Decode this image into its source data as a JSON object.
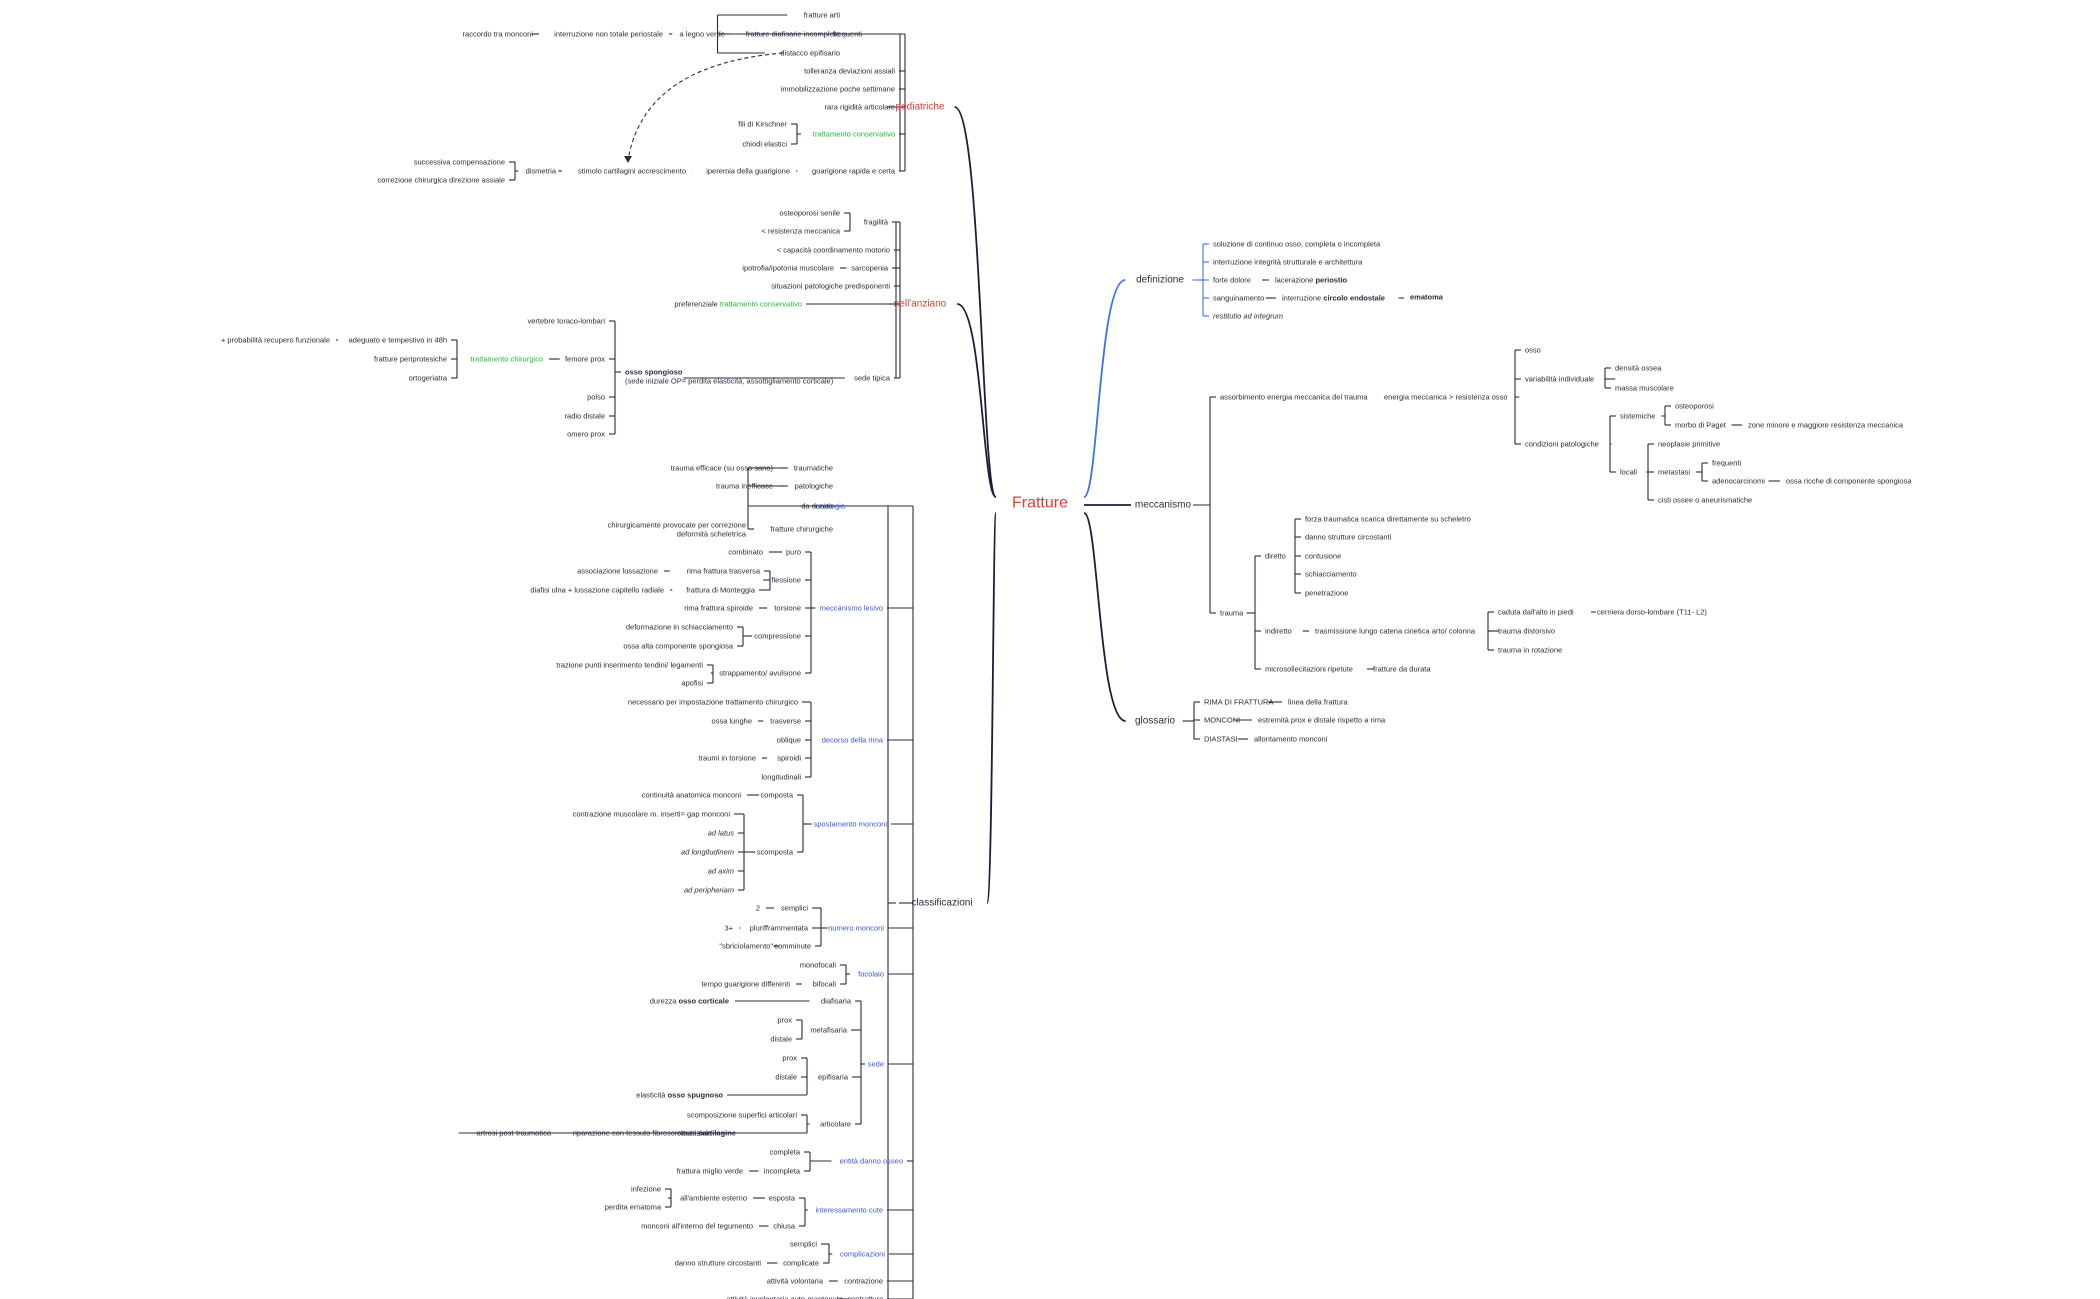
{
  "colors": {
    "accent": "#e53935",
    "branch_dark": "#1d1d3a",
    "branch_blue": "#3b6ff5",
    "green": "#22bb33",
    "blue_text": "#3a55d8"
  },
  "nodes": [
    {
      "id": "root",
      "text": "Fratture",
      "style": "center"
    },
    {
      "id": "ped",
      "text": "pediatriche",
      "style": "hd red",
      "parent": "root"
    },
    {
      "id": "ped_freq",
      "text": "frequenti",
      "parent": "ped"
    },
    {
      "id": "f_arti",
      "text": "fratture arti",
      "parent": "ped_freq"
    },
    {
      "id": "f_diafi",
      "text": "fratture diafisarie incomplete",
      "parent": "ped_freq"
    },
    {
      "id": "legno",
      "text": "a legno verde",
      "parent": "f_diafi"
    },
    {
      "id": "interr",
      "text": "interruzione non totale periostale",
      "parent": "legno"
    },
    {
      "id": "raccordo",
      "text": "raccordo tra monconi",
      "parent": "interr"
    },
    {
      "id": "distacco",
      "text": "distacco epifisario",
      "parent": "ped_freq"
    },
    {
      "id": "toll",
      "text": "tolleranza deviazioni assiali",
      "parent": "ped"
    },
    {
      "id": "immob",
      "text": "immobilizzazione poche settimane",
      "parent": "ped"
    },
    {
      "id": "rara",
      "text": "rara rigidità articolare",
      "parent": "ped"
    },
    {
      "id": "tratt_cons",
      "text": "trattamento conservativo",
      "style": "green",
      "parent": "ped"
    },
    {
      "id": "kirsch",
      "text": "fili di Kirschner",
      "parent": "tratt_cons"
    },
    {
      "id": "chiodi",
      "text": "chiodi elastici",
      "parent": "tratt_cons"
    },
    {
      "id": "guarig",
      "text": "guarigione rapida e certa",
      "parent": "ped"
    },
    {
      "id": "iperemia",
      "text": "iperemia della guarigione",
      "parent": "guarig"
    },
    {
      "id": "stimolo",
      "text": "stimolo cartilagini accrescimento",
      "parent": "iperemia"
    },
    {
      "id": "dismetria",
      "text": "dismetria",
      "parent": "stimolo"
    },
    {
      "id": "succ",
      "text": "successiva compensazione",
      "parent": "dismetria"
    },
    {
      "id": "corr",
      "text": "correzione chirurgica direzione assiale",
      "parent": "dismetria"
    },
    {
      "id": "anz",
      "text": "nell'anziano",
      "style": "hd red",
      "parent": "root"
    },
    {
      "id": "fragil",
      "text": "fragilità",
      "parent": "anz"
    },
    {
      "id": "osteo_sen",
      "text": "osteoporosi senile",
      "parent": "fragil"
    },
    {
      "id": "res_mecc",
      "text": "< resistenza meccanica",
      "parent": "fragil"
    },
    {
      "id": "coord",
      "text": "< capacità coordinamento motorio",
      "parent": "anz"
    },
    {
      "id": "sarco",
      "text": "sarcopenia",
      "parent": "anz"
    },
    {
      "id": "ipotrofia",
      "text": "ipotrofia/ipotonia muscolare",
      "parent": "sarco"
    },
    {
      "id": "situaz",
      "text": "situazioni patologiche predisponenti",
      "parent": "anz"
    },
    {
      "id": "pref",
      "text": "preferenziale",
      "parent": "anz"
    },
    {
      "id": "pref_g",
      "text": "trattamento conservativo",
      "style": "green"
    },
    {
      "id": "sede_tip",
      "text": "sede tipica",
      "parent": "anz"
    },
    {
      "id": "osso_spong",
      "text": "osso spongioso",
      "style": "bold",
      "parent": "sede_tip"
    },
    {
      "id": "osso_spong2",
      "text": "(sede iniziale OP= perdita elasticità, assottigliamento corticale)"
    },
    {
      "id": "vertebre",
      "text": "vertebre toraco-lombari",
      "parent": "osso_spong"
    },
    {
      "id": "femore",
      "text": "femore prox",
      "parent": "osso_spong"
    },
    {
      "id": "tratt_chir",
      "text": "trattamento chirurgico",
      "style": "green",
      "parent": "femore"
    },
    {
      "id": "adeguato",
      "text": "adeguato e tempestivo in 48h",
      "parent": "tratt_chir"
    },
    {
      "id": "probab",
      "text": "+ probabilità recupero funzionale",
      "parent": "adeguato"
    },
    {
      "id": "periprot",
      "text": "fratture periprotesiche",
      "parent": "tratt_chir"
    },
    {
      "id": "ortog",
      "text": "ortogeriatra",
      "parent": "tratt_chir"
    },
    {
      "id": "polso",
      "text": "polso",
      "parent": "osso_spong"
    },
    {
      "id": "radio",
      "text": "radio distale",
      "parent": "osso_spong"
    },
    {
      "id": "omero",
      "text": "omero prox",
      "parent": "osso_spong"
    },
    {
      "id": "def",
      "text": "definizione",
      "style": "hd",
      "parent": "root"
    },
    {
      "id": "def1",
      "text": "soluzione di continuo osso, completa o incompleta",
      "parent": "def"
    },
    {
      "id": "def2",
      "text": "interruzione integrità strutturale e architettura",
      "parent": "def"
    },
    {
      "id": "def3",
      "text": "forte dolore",
      "parent": "def"
    },
    {
      "id": "lacer",
      "text": "lacerazione",
      "parent": "def3"
    },
    {
      "id": "lacer_b",
      "text": "periostio",
      "style": "bold"
    },
    {
      "id": "def4",
      "text": "sanguinamento",
      "parent": "def"
    },
    {
      "id": "interruz",
      "text": "interruzione",
      "parent": "def4"
    },
    {
      "id": "interruz_b",
      "text": "circolo endostale",
      "style": "bold"
    },
    {
      "id": "ematoma",
      "text": "ematoma",
      "style": "bold",
      "parent": "interruz"
    },
    {
      "id": "def5",
      "text": "restitutio ad integrum",
      "style": "italic",
      "parent": "def"
    },
    {
      "id": "mecc",
      "text": "meccanismo",
      "style": "hd",
      "parent": "root"
    },
    {
      "id": "assorb",
      "text": "assorbimento energia meccanica del trauma",
      "parent": "mecc"
    },
    {
      "id": "energia",
      "text": "energia meccanica > resistenza osso",
      "parent": "assorb"
    },
    {
      "id": "osso",
      "text": "osso",
      "parent": "energia"
    },
    {
      "id": "variab",
      "text": "variabilità individuale",
      "parent": "energia"
    },
    {
      "id": "densita",
      "text": "densità ossea",
      "parent": "variab"
    },
    {
      "id": "massa",
      "text": "massa muscolare",
      "parent": "variab"
    },
    {
      "id": "cond",
      "text": "condizioni patologiche",
      "parent": "energia"
    },
    {
      "id": "sistem",
      "text": "sistemiche",
      "parent": "cond"
    },
    {
      "id": "osteop",
      "text": "osteoporosi",
      "parent": "sistem"
    },
    {
      "id": "paget",
      "text": "morbo di Paget",
      "parent": "sistem"
    },
    {
      "id": "zone",
      "text": "zone minore e maggiore resistenza meccanica",
      "parent": "paget"
    },
    {
      "id": "locali",
      "text": "locali",
      "parent": "cond"
    },
    {
      "id": "neopl",
      "text": "neoplasie primitive",
      "parent": "locali"
    },
    {
      "id": "metast",
      "text": "metastasi",
      "parent": "locali"
    },
    {
      "id": "freq2",
      "text": "frequenti",
      "parent": "metast"
    },
    {
      "id": "adeno",
      "text": "adenocarcinomi",
      "parent": "metast"
    },
    {
      "id": "ossa_ricche",
      "text": "ossa ricche di componente spongiosa",
      "parent": "adeno"
    },
    {
      "id": "cisti",
      "text": "cisti ossee o aneurismatiche",
      "parent": "locali"
    },
    {
      "id": "trauma",
      "text": "trauma",
      "parent": "mecc"
    },
    {
      "id": "diretto",
      "text": "diretto",
      "parent": "trauma"
    },
    {
      "id": "dir1",
      "text": "forza traumatica scarica direttamente su scheletro",
      "parent": "diretto"
    },
    {
      "id": "dir2",
      "text": "danno strutture circostanti",
      "parent": "diretto"
    },
    {
      "id": "dir3",
      "text": "contusione",
      "parent": "diretto"
    },
    {
      "id": "dir4",
      "text": "schiacciamento",
      "parent": "diretto"
    },
    {
      "id": "dir5",
      "text": "penetrazione",
      "parent": "diretto"
    },
    {
      "id": "indir",
      "text": "indiretto",
      "parent": "trauma"
    },
    {
      "id": "trasm",
      "text": "trasmissione lungo catena cinetica arto/ colonna",
      "parent": "indir"
    },
    {
      "id": "caduta",
      "text": "caduta dall'alto in piedi",
      "parent": "trasm"
    },
    {
      "id": "cern",
      "text": "cerniera dorso-lombare (T11- L2)",
      "parent": "caduta"
    },
    {
      "id": "distors",
      "text": "trauma distorsivo",
      "parent": "trasm"
    },
    {
      "id": "rotaz",
      "text": "trauma in rotazione",
      "parent": "trasm"
    },
    {
      "id": "micro",
      "text": "microsollecitazioni ripetute",
      "parent": "trauma"
    },
    {
      "id": "fdurata",
      "text": "fratture da durata",
      "parent": "micro"
    },
    {
      "id": "gloss",
      "text": "glossario",
      "style": "hd",
      "parent": "root"
    },
    {
      "id": "rima",
      "text": "RIMA DI FRATTURA",
      "parent": "gloss"
    },
    {
      "id": "linea",
      "text": "linea della frattura",
      "parent": "rima"
    },
    {
      "id": "monc",
      "text": "MONCONI",
      "parent": "gloss"
    },
    {
      "id": "estrem",
      "text": "estremità prox e distale rispetto a rima",
      "parent": "monc"
    },
    {
      "id": "diast",
      "text": "DIASTASI",
      "parent": "gloss"
    },
    {
      "id": "allont",
      "text": "allontamento monconi",
      "parent": "diast"
    },
    {
      "id": "class",
      "text": "classificazioni",
      "style": "hd",
      "parent": "root"
    },
    {
      "id": "eziol",
      "text": "eziologia",
      "style": "blue",
      "parent": "class"
    },
    {
      "id": "traum",
      "text": "traumatiche",
      "parent": "eziol"
    },
    {
      "id": "tr_eff",
      "text": "trauma efficace (su osso sano)",
      "parent": "traum"
    },
    {
      "id": "patol",
      "text": "patologiche",
      "parent": "eziol"
    },
    {
      "id": "tr_ineff",
      "text": "trauma inefficace",
      "parent": "patol"
    },
    {
      "id": "durata",
      "text": "da durata",
      "parent": "eziol"
    },
    {
      "id": "f_chir",
      "text": "fratture chirurgiche",
      "parent": "eziol"
    },
    {
      "id": "chir_prov",
      "text": "chirurgicamente provocate per correzione",
      "parent": "f_chir"
    },
    {
      "id": "chir_prov2",
      "text": "deformità scheletrica"
    },
    {
      "id": "meclesivo",
      "text": "meccanismo lesivo",
      "style": "blue",
      "parent": "class"
    },
    {
      "id": "puro",
      "text": "puro",
      "parent": "meclesivo"
    },
    {
      "id": "combinato",
      "text": "combinato",
      "parent": "puro"
    },
    {
      "id": "flessione",
      "text": "flessione",
      "parent": "meclesivo"
    },
    {
      "id": "rima_trasv",
      "text": "rima frattura trasversa",
      "parent": "flessione"
    },
    {
      "id": "assoc",
      "text": "associazione lussazione",
      "parent": "rima_trasv"
    },
    {
      "id": "montegg",
      "text": "frattura di Monteggia",
      "parent": "flessione"
    },
    {
      "id": "diafisi_ulna",
      "text": "diafisi ulna + lussazione capitello radiale",
      "parent": "montegg"
    },
    {
      "id": "torsione",
      "text": "torsione",
      "parent": "meclesivo"
    },
    {
      "id": "rima_spir",
      "text": "rima frattura spiroide",
      "parent": "torsione"
    },
    {
      "id": "compress",
      "text": "compressione",
      "parent": "meclesivo"
    },
    {
      "id": "deform",
      "text": "deformazione in schiacciamento",
      "parent": "compress"
    },
    {
      "id": "ossa_alta",
      "text": "ossa alta componente spongiosa",
      "parent": "compress"
    },
    {
      "id": "strapp",
      "text": "strappamento/ avulsione",
      "parent": "meclesivo"
    },
    {
      "id": "trazione",
      "text": "trazione punti inserimento tendini/ legamenti",
      "parent": "strapp"
    },
    {
      "id": "apofisi",
      "text": "apofisi",
      "parent": "strapp"
    },
    {
      "id": "decorso",
      "text": "decorso della rima",
      "style": "blue",
      "parent": "class"
    },
    {
      "id": "necess",
      "text": "necessario per impostazione trattamento chirurgico",
      "parent": "decorso"
    },
    {
      "id": "trasverse",
      "text": "trasverse",
      "parent": "decorso"
    },
    {
      "id": "ossa_lunghe",
      "text": "ossa lunghe",
      "parent": "trasverse"
    },
    {
      "id": "oblique",
      "text": "oblique",
      "parent": "decorso"
    },
    {
      "id": "spiroidi",
      "text": "spiroidi",
      "parent": "decorso"
    },
    {
      "id": "traumi_tors",
      "text": "traumi in torsione",
      "parent": "spiroidi"
    },
    {
      "id": "longit",
      "text": "longitudinali",
      "parent": "decorso"
    },
    {
      "id": "spost",
      "text": "spostamento monconi",
      "style": "blue",
      "parent": "class"
    },
    {
      "id": "composta",
      "text": "composta",
      "parent": "spost"
    },
    {
      "id": "continuita",
      "text": "continuità anatomica monconi",
      "parent": "composta"
    },
    {
      "id": "scomposta",
      "text": "scomposta",
      "parent": "spost"
    },
    {
      "id": "contraz_m",
      "text": "contrazione muscolare m. inserti= gap monconi",
      "parent": "scomposta"
    },
    {
      "id": "ad_latus",
      "text": "ad latus",
      "style": "italic",
      "parent": "scomposta"
    },
    {
      "id": "ad_long",
      "text": "ad longitudinem",
      "style": "italic",
      "parent": "scomposta"
    },
    {
      "id": "ad_axim",
      "text": "ad axim",
      "style": "italic",
      "parent": "scomposta"
    },
    {
      "id": "ad_peri",
      "text": "ad peripheriam",
      "style": "italic",
      "parent": "scomposta"
    },
    {
      "id": "numero",
      "text": "numero monconi",
      "style": "blue",
      "parent": "class"
    },
    {
      "id": "semplici",
      "text": "semplici",
      "parent": "numero"
    },
    {
      "id": "n2",
      "text": "2",
      "parent": "semplici"
    },
    {
      "id": "plurifr",
      "text": "plurifframmentata",
      "parent": "numero"
    },
    {
      "id": "n3",
      "text": "3+",
      "parent": "plurifr"
    },
    {
      "id": "comminute",
      "text": "comminute",
      "parent": "numero"
    },
    {
      "id": "sbric",
      "text": "\"sbriciolamento\"",
      "parent": "comminute"
    },
    {
      "id": "focolaio",
      "text": "focolaio",
      "style": "blue",
      "parent": "class"
    },
    {
      "id": "monofoc",
      "text": "monofocali",
      "parent": "focolaio"
    },
    {
      "id": "bifocali",
      "text": "bifocali",
      "parent": "focolaio"
    },
    {
      "id": "tempo",
      "text": "tempo guarigione differenti",
      "parent": "bifocali"
    },
    {
      "id": "sede",
      "text": "sede",
      "style": "blue",
      "parent": "class"
    },
    {
      "id": "diafisaria",
      "text": "diafisaria",
      "parent": "sede"
    },
    {
      "id": "durezza",
      "text": "durezza",
      "parent": "diafisaria"
    },
    {
      "id": "durezza_b",
      "text": "osso corticale",
      "style": "bold"
    },
    {
      "id": "metafis",
      "text": "metafisaria",
      "parent": "sede"
    },
    {
      "id": "m_prox",
      "text": "prox",
      "parent": "metafis"
    },
    {
      "id": "m_dist",
      "text": "distale",
      "parent": "metafis"
    },
    {
      "id": "epifis",
      "text": "epifisaria",
      "parent": "sede"
    },
    {
      "id": "e_prox",
      "text": "prox",
      "parent": "epifis"
    },
    {
      "id": "e_dist",
      "text": "distale",
      "parent": "epifis"
    },
    {
      "id": "elast",
      "text": "elasticità",
      "parent": "epifis"
    },
    {
      "id": "elast_b",
      "text": "osso spugnoso",
      "style": "bold"
    },
    {
      "id": "articolare",
      "text": "articolare",
      "parent": "sede"
    },
    {
      "id": "scompos",
      "text": "scomposizione superfici articolari",
      "parent": "articolare"
    },
    {
      "id": "rottura",
      "text": "rottura",
      "parent": "articolare"
    },
    {
      "id": "rottura_b",
      "text": "cartilagine",
      "style": "bold"
    },
    {
      "id": "ripar",
      "text": "riparazione con tessuto fibroso cicatriziale",
      "parent": "rottura"
    },
    {
      "id": "artrosi",
      "text": "artrosi post-traumatica",
      "parent": "ripar"
    },
    {
      "id": "entita",
      "text": "entità danno osseo",
      "style": "blue",
      "parent": "class"
    },
    {
      "id": "completa",
      "text": "completa",
      "parent": "entita"
    },
    {
      "id": "incompleta",
      "text": "incompleta",
      "parent": "entita"
    },
    {
      "id": "fmv",
      "text": "frattura miglio verde",
      "parent": "incompleta"
    },
    {
      "id": "cute",
      "text": "interessamento cute",
      "style": "blue",
      "parent": "class"
    },
    {
      "id": "esposta",
      "text": "esposta",
      "parent": "cute"
    },
    {
      "id": "amb_est",
      "text": "all'ambiente esterno",
      "parent": "esposta"
    },
    {
      "id": "infez",
      "text": "infezione",
      "parent": "amb_est"
    },
    {
      "id": "perd_em",
      "text": "perdita ematoma",
      "parent": "amb_est"
    },
    {
      "id": "chiusa",
      "text": "chiusa",
      "parent": "cute"
    },
    {
      "id": "monc_int",
      "text": "monconi all'interno del tegumento",
      "parent": "chiusa"
    },
    {
      "id": "compl",
      "text": "complicazioni",
      "style": "blue",
      "parent": "class"
    },
    {
      "id": "c_sempl",
      "text": "semplici",
      "parent": "compl"
    },
    {
      "id": "complicate",
      "text": "complicate",
      "parent": "compl"
    },
    {
      "id": "danno_str",
      "text": "danno strutture circostanti",
      "parent": "complicate"
    },
    {
      "id": "contraz",
      "text": "contrazione",
      "parent": "class"
    },
    {
      "id": "att_vol",
      "text": "attività volontaria",
      "parent": "contraz"
    },
    {
      "id": "contrattura",
      "text": "contrattura",
      "style": "italic",
      "parent": "class"
    },
    {
      "id": "att_inv",
      "text": "attività involontaria auto-mantenuta",
      "parent": "contrattura"
    }
  ]
}
